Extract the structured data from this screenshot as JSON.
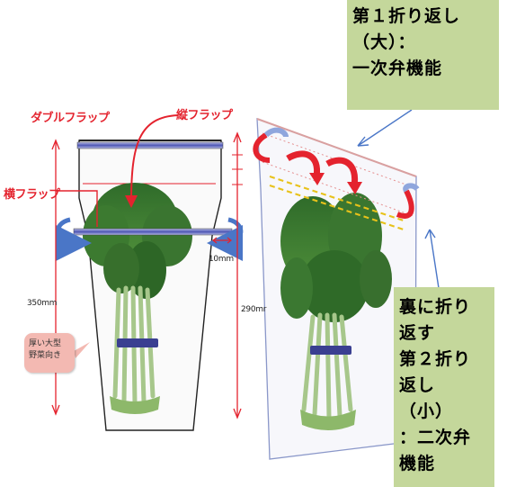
{
  "callouts": {
    "first_fold": "第１折り返し\n（大）：\n一次弁機能",
    "second_fold": "裏に折り\n返す\n第２折り\n返し\n（小）\n：二次弁\n機能"
  },
  "labels": {
    "double_flap": "ダブルフラップ",
    "vertical_flap": "縦フラップ",
    "horizontal_flap": "横フラップ"
  },
  "dimensions": {
    "total_height": "350mm",
    "body_height": "290mr",
    "flap_width": "10mm"
  },
  "note_bubble": "厚い大型\n野菜向き",
  "colors": {
    "callout_bg": "#c4d79b",
    "label_red": "#e4232e",
    "arrow_blue": "#4a76c7",
    "flap_band": "#6a6fbf"
  }
}
